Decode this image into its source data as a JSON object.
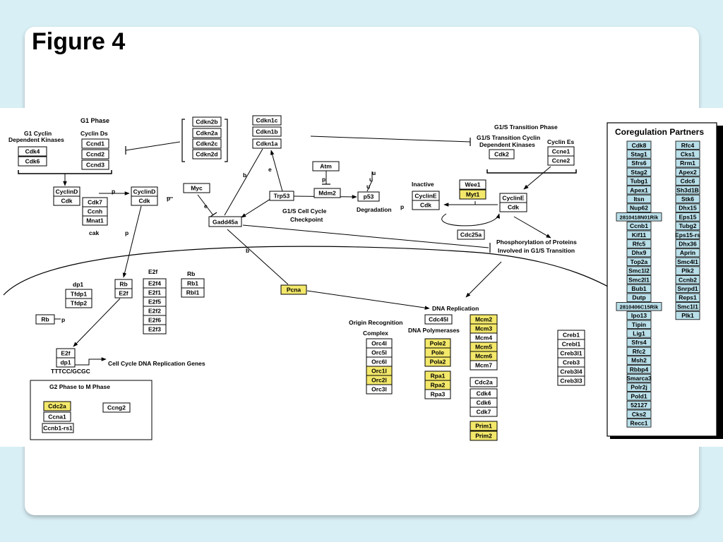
{
  "slide": {
    "title": "Figure 4"
  },
  "labels": {
    "g1_phase": "G1 Phase",
    "cyclin_ds": "Cyclin Ds",
    "g1_cdk_1": "G1 Cyclin",
    "g1_cdk_2": "Dependent Kinases",
    "cak": "cak",
    "e2f_head": "E2f",
    "rb_head": "Rb",
    "dp1_head": "dp1",
    "g1s_phase": "G1/S Transition Phase",
    "g1s_cdk_1": "G1/S Transition Cyclin",
    "g1s_cdk_2": "Dependent Kinases",
    "cyclin_es": "Cyclin Es",
    "inactive": "Inactive",
    "degradation": "Degradation",
    "checkpoint_1": "G1/S Cell Cycle",
    "checkpoint_2": "Checkpoint",
    "phospho_1": "Phosphorylation of Proteins",
    "phospho_2": "Involved in G1/S Transition",
    "dna_replication": "DNA Replication",
    "orc_1": "Origin Recognition",
    "orc_2": "Complex",
    "dna_pol": "DNA Polymerases",
    "ttcc": "TTTCC/GCGC",
    "ccdrg": "Cell Cycle DNA Replication Genes",
    "g2m": "G2 Phase to M Phase",
    "coreg_title": "Coregulation Partners",
    "p": "p",
    "b": "b",
    "e": "e",
    "u": "u"
  },
  "nodes": {
    "cdk4": "Cdk4",
    "cdk6": "Cdk6",
    "ccnd1": "Ccnd1",
    "ccnd2": "Ccnd2",
    "ccnd3": "Ccnd3",
    "cyclind_a": "CyclinD",
    "cdk_a": "Cdk",
    "cyclind_b": "CyclinD",
    "cdk_b": "Cdk",
    "cdk7": "Cdk7",
    "ccnh": "Ccnh",
    "mnat1": "Mnat1",
    "cdkn2b": "Cdkn2b",
    "cdkn2a": "Cdkn2a",
    "cdkn2c": "Cdkn2c",
    "cdkn2d": "Cdkn2d",
    "cdkn1c": "Cdkn1c",
    "cdkn1b": "Cdkn1b",
    "cdkn1a": "Cdkn1a",
    "myc": "Myc",
    "gadd45a": "Gadd45a",
    "trp53": "Trp53",
    "atm": "Atm",
    "mdm2": "Mdm2",
    "p53": "p53",
    "cdk2": "Cdk2",
    "ccne1": "Ccne1",
    "ccne2": "Ccne2",
    "wee1": "Wee1",
    "myt1": "Myt1",
    "cycline_i": "CyclinE",
    "cdk_i": "Cdk",
    "cycline_a": "CyclinE",
    "cdk_e": "Cdk",
    "cdc25a": "Cdc25a",
    "tfdp1": "Tfdp1",
    "tfdp2": "Tfdp2",
    "rb": "Rb",
    "e2f": "E2f",
    "e2f4": "E2f4",
    "e2f1": "E2f1",
    "e2f5": "E2f5",
    "e2f2": "E2f2",
    "e2f6": "E2f6",
    "e2f3": "E2f3",
    "rb1": "Rb1",
    "rbl1": "Rbl1",
    "rb_left": "Rb",
    "pcna": "Pcna",
    "e2f_b": "E2f",
    "dp1_b": "dp1",
    "cdc45l": "Cdc45l",
    "orc4l": "Orc4l",
    "orc5l": "Orc5l",
    "orc6l": "Orc6l",
    "orc1l": "Orc1l",
    "orc2l": "Orc2l",
    "orc3l": "Orc3l",
    "pole2": "Pole2",
    "pole": "Pole",
    "pola2": "Pola2",
    "rpa1": "Rpa1",
    "rpa2": "Rpa2",
    "rpa3": "Rpa3",
    "mcm2": "Mcm2",
    "mcm3": "Mcm3",
    "mcm4": "Mcm4",
    "mcm5": "Mcm5",
    "mcm6": "Mcm6",
    "mcm7": "Mcm7",
    "cdc2a": "Cdc2a",
    "cdk4b": "Cdk4",
    "cdk6b": "Cdk6",
    "cdk7b": "Cdk7",
    "prim1": "Prim1",
    "prim2": "Prim2",
    "creb1": "Creb1",
    "crebl1": "Crebl1",
    "creb3l1": "Creb3l1",
    "creb3": "Creb3",
    "creb3l4": "Creb3l4",
    "creb3l3": "Creb3l3",
    "cdc2a_g2": "Cdc2a",
    "ccna1": "Ccna1",
    "ccnb1rs1": "Ccnb1-rs1",
    "ccng2": "Ccng2"
  },
  "coregulation": {
    "col1": [
      "Cdk8",
      "Stag1",
      "Sfrs6",
      "Stag2",
      "Tubg1",
      "Apex1",
      "Itsn",
      "Nup62",
      "2810418N01Rik",
      "Ccnb1",
      "Kif11",
      "Rfc5",
      "Dhx9",
      "Top2a",
      "Smc1l2",
      "Smc2l1",
      "Bub1",
      "Dutp",
      "2810406C15Rik",
      "Ipo13",
      "Tipin",
      "Lig1",
      "Sfrs4",
      "Rfc2",
      "Msh2",
      "Rbbp4",
      "Smarca3",
      "Polr2j",
      "Pold1",
      "52127",
      "Cks2",
      "Recc1"
    ],
    "col2": [
      "Rfc4",
      "Cks1",
      "Rrm1",
      "Apex2",
      "Cdc6",
      "Sh3d1B",
      "Stk6",
      "Dhx15",
      "Eps15",
      "Tubg2",
      "Eps15-rs",
      "Dhx36",
      "Aprin",
      "Smc4l1",
      "Plk2",
      "Ccnb2",
      "Snrpd1",
      "Reps1",
      "Smc1l1",
      "Plk1"
    ]
  },
  "colors": {
    "highlight": "#f3e86a",
    "coreg_fill": "#b9dfe9",
    "background": "#d8eff5"
  }
}
